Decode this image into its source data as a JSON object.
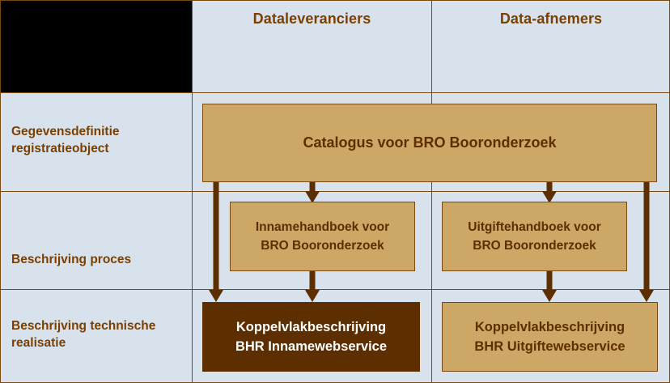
{
  "diagram": {
    "title_cell": "",
    "columns": [
      {
        "id": "dataleveranciers",
        "label": "Dataleveranciers"
      },
      {
        "id": "data-afnemers",
        "label": "Data-afnemers"
      }
    ],
    "rows": [
      {
        "id": "gegevensdefinitie",
        "label": "Gegevensdefinitie registratieobject"
      },
      {
        "id": "beschrijving-proces",
        "label": "Beschrijving proces"
      },
      {
        "id": "beschrijving-technische-realisatie",
        "label": "Beschrijving technische realisatie"
      }
    ],
    "boxes": [
      {
        "id": "catalogus",
        "label": "Catalogus voor BRO Booronderzoek",
        "style": "tan"
      },
      {
        "id": "innamehandboek",
        "line1": "Innamehandboek voor",
        "line2": "BRO Booronderzoek",
        "style": "tan"
      },
      {
        "id": "uitgiftehandboek",
        "line1": "Uitgiftehandboek voor",
        "line2": "BRO Booronderzoek",
        "style": "tan"
      },
      {
        "id": "koppelvlak-inname",
        "line1": "Koppelvlakbeschrijving",
        "line2": "BHR Innamewebservice",
        "style": "dark"
      },
      {
        "id": "koppelvlak-uitgifte",
        "line1": "Koppelvlakbeschrijving",
        "line2": "BHR Uitgiftewebservice",
        "style": "tan"
      }
    ],
    "colors": {
      "cell_background": "#d7e2ec",
      "grid_line": "#7b4a12",
      "header_text": "#7b3f00",
      "box_tan_fill": "#cda766",
      "box_dark_fill": "#5c2e00",
      "box_tan_text": "#5c2e00",
      "box_dark_text": "#ffffff",
      "arrow": "#5c2e00",
      "black_cell": "#000000"
    }
  }
}
